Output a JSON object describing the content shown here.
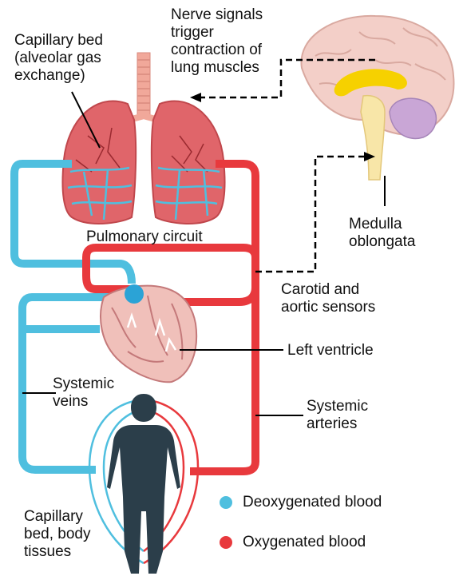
{
  "labels": {
    "capillary_bed_lungs": "Capillary bed\n(alveolar gas\nexchange)",
    "nerve_signals": "Nerve signals\ntrigger\ncontraction of\nlung muscles",
    "pulmonary_circuit": "Pulmonary circuit",
    "medulla": "Medulla\noblongata",
    "carotid_sensors": "Carotid and\naortic sensors",
    "left_ventricle": "Left ventricle",
    "systemic_veins": "Systemic\nveins",
    "systemic_arteries": "Systemic\narteries",
    "capillary_bed_body": "Capillary\nbed, body\ntissues"
  },
  "legend": {
    "deoxygenated": "Deoxygenated blood",
    "oxygenated": "Oxygenated blood"
  },
  "colors": {
    "deoxygenated": "#4fbfdf",
    "oxygenated": "#e8393d",
    "lung_fill": "#e0656a",
    "heart_fill": "#f0c0ba",
    "brain_fill": "#f3cfc8",
    "medulla_fill": "#f8e6a8",
    "cerebellum_fill": "#c9a6d6",
    "body_fill": "#2b3e4a"
  }
}
